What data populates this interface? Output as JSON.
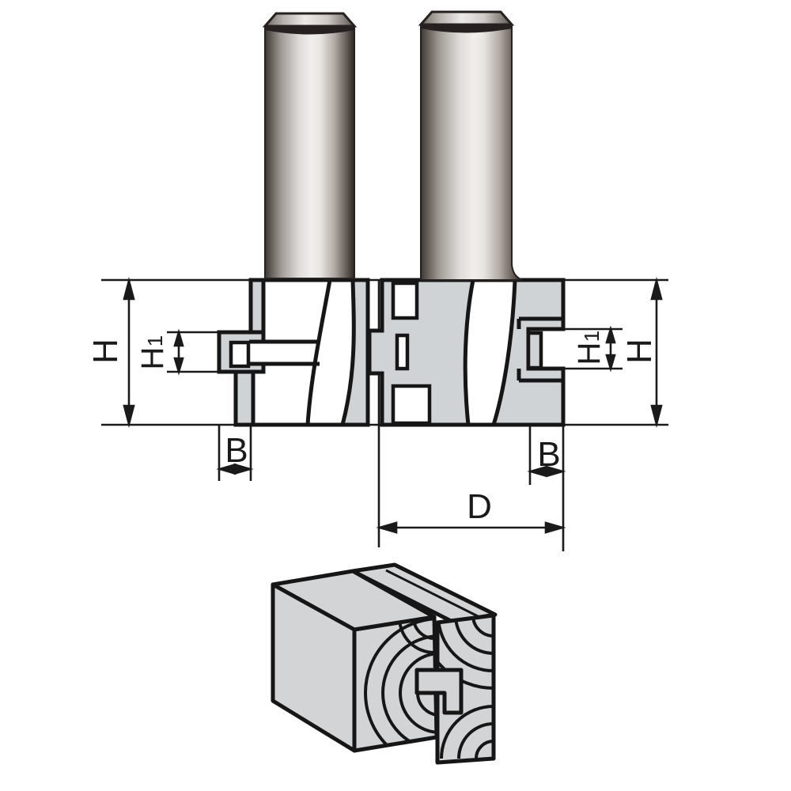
{
  "figure_type": "router-bit-technical-drawing",
  "colors": {
    "background": "#ffffff",
    "line": "#1a1a1a",
    "cutter_body_gray": "#d0d3d5",
    "wood_gray": "#d2d4d6",
    "metal_dark": "#2b2623",
    "metal_light": "#f1efed"
  },
  "dimension_labels": {
    "h": "H",
    "h1_main": "H",
    "h1_sub": "1",
    "b": "B",
    "d": "D"
  }
}
